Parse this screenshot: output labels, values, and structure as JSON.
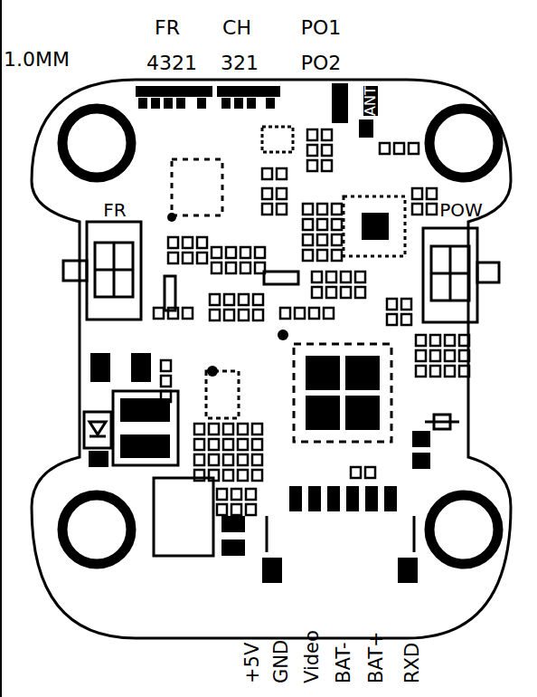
{
  "diagram": {
    "labels": [
      "1.0MM",
      "FR",
      "CH",
      "PO1",
      "4321",
      "321",
      "PO2",
      "ANT",
      "FR",
      "POW",
      "+5V",
      "GND",
      "Video",
      "BAT-",
      "BAT+",
      "RXD"
    ]
  }
}
